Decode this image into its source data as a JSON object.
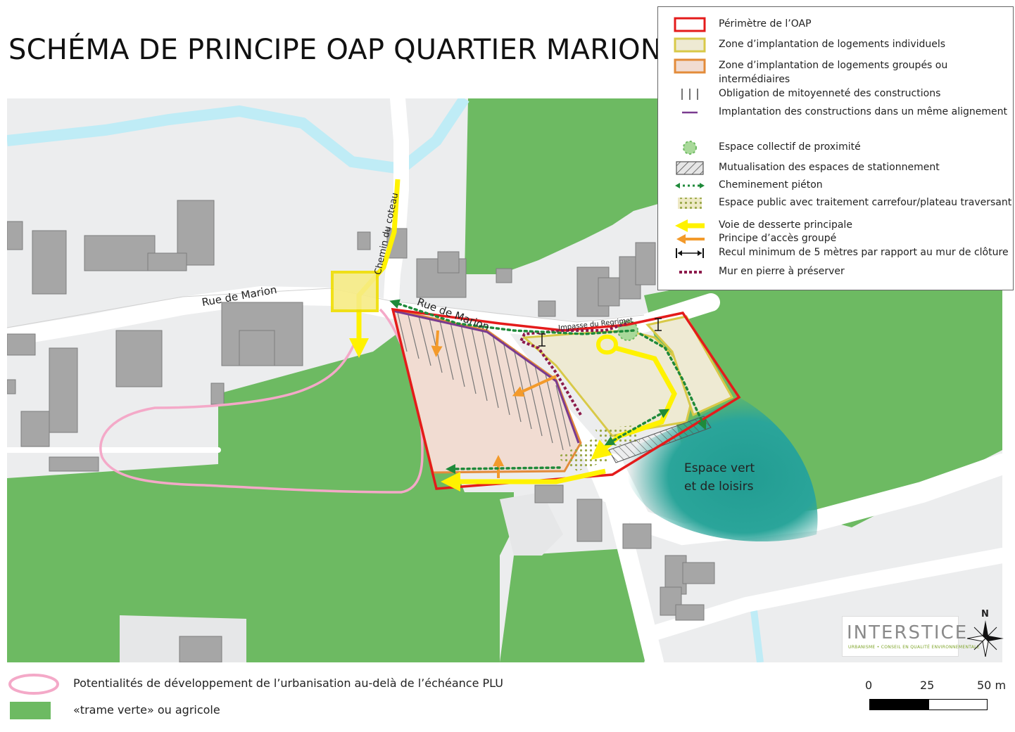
{
  "title": "SCHÉMA DE PRINCIPE OAP QUARTIER MARION",
  "colors": {
    "green_agri": "#6dba62",
    "road": "#ffffff",
    "background": "#ecedee",
    "water": "#bfecf6",
    "building": "#a6a6a6",
    "perimeter": "#e41b1b",
    "individual_zone_fill": "#eeead3",
    "individual_zone_stroke": "#d8c948",
    "grouped_zone_fill": "#f1dcd2",
    "grouped_zone_stroke": "#e38b3a",
    "yellow_road": "#fff200",
    "orange_access": "#f39a2b",
    "pedestrian": "#1f8a3a",
    "stone_wall": "#8c1a4b",
    "alignment": "#7a3b8f",
    "parking_hatch": "#555555",
    "green_park": "#2aa59a",
    "potential_pink": "#f4a9c8"
  },
  "map_labels": {
    "rue_marion_west": "Rue de Marion",
    "rue_marion_east": "Rue de Marion",
    "chemin_coteau": "Chemin du coteau",
    "impasse_regrimet": "Impasse du Regrimet",
    "espace_vert_line1": "Espace vert",
    "espace_vert_line2": "et de loisirs"
  },
  "legend": {
    "items": [
      {
        "icon": "perimeter-symbol",
        "label": "Périmètre de l’OAP"
      },
      {
        "icon": "individual-zone-symbol",
        "label": "Zone d’implantation de logements individuels"
      },
      {
        "icon": "grouped-zone-symbol",
        "label": "Zone d’implantation de logements groupés ou intermédiaires"
      },
      {
        "icon": "mitoyennete-symbol",
        "label": "Obligation de mitoyenneté des constructions"
      },
      {
        "icon": "alignment-symbol",
        "label": "Implantation des constructions dans un même alignement"
      },
      {
        "icon": "collective-space-symbol",
        "label": "Espace collectif de proximité"
      },
      {
        "icon": "parking-symbol",
        "label": "Mutualisation des espaces de stationnement"
      },
      {
        "icon": "pedestrian-path-symbol",
        "label": "Cheminement piéton"
      },
      {
        "icon": "public-space-symbol",
        "label": "Espace public avec traitement carrefour/plateau traversant"
      },
      {
        "icon": "main-road-arrow-symbol",
        "label": "Voie de desserte principale"
      },
      {
        "icon": "grouped-access-arrow-symbol",
        "label": "Principe d’accès groupé"
      },
      {
        "icon": "setback-symbol",
        "label": "Recul minimum de 5 mètres par rapport au mur de clôture"
      },
      {
        "icon": "stone-wall-symbol",
        "label": "Mur en pierre à préserver"
      }
    ]
  },
  "bottom_legend": {
    "potential": "Potentialités de développement de l’urbanisation au-delà de l’échéance PLU",
    "green": "«trame verte» ou agricole"
  },
  "scale": {
    "labels": [
      "0",
      "25",
      "50 m"
    ]
  },
  "logo": {
    "name": "INTERSTICE",
    "tagline": "URBANISME • CONSEIL EN QUALITÉ ENVIRONNEMENTALE"
  },
  "north": "N"
}
